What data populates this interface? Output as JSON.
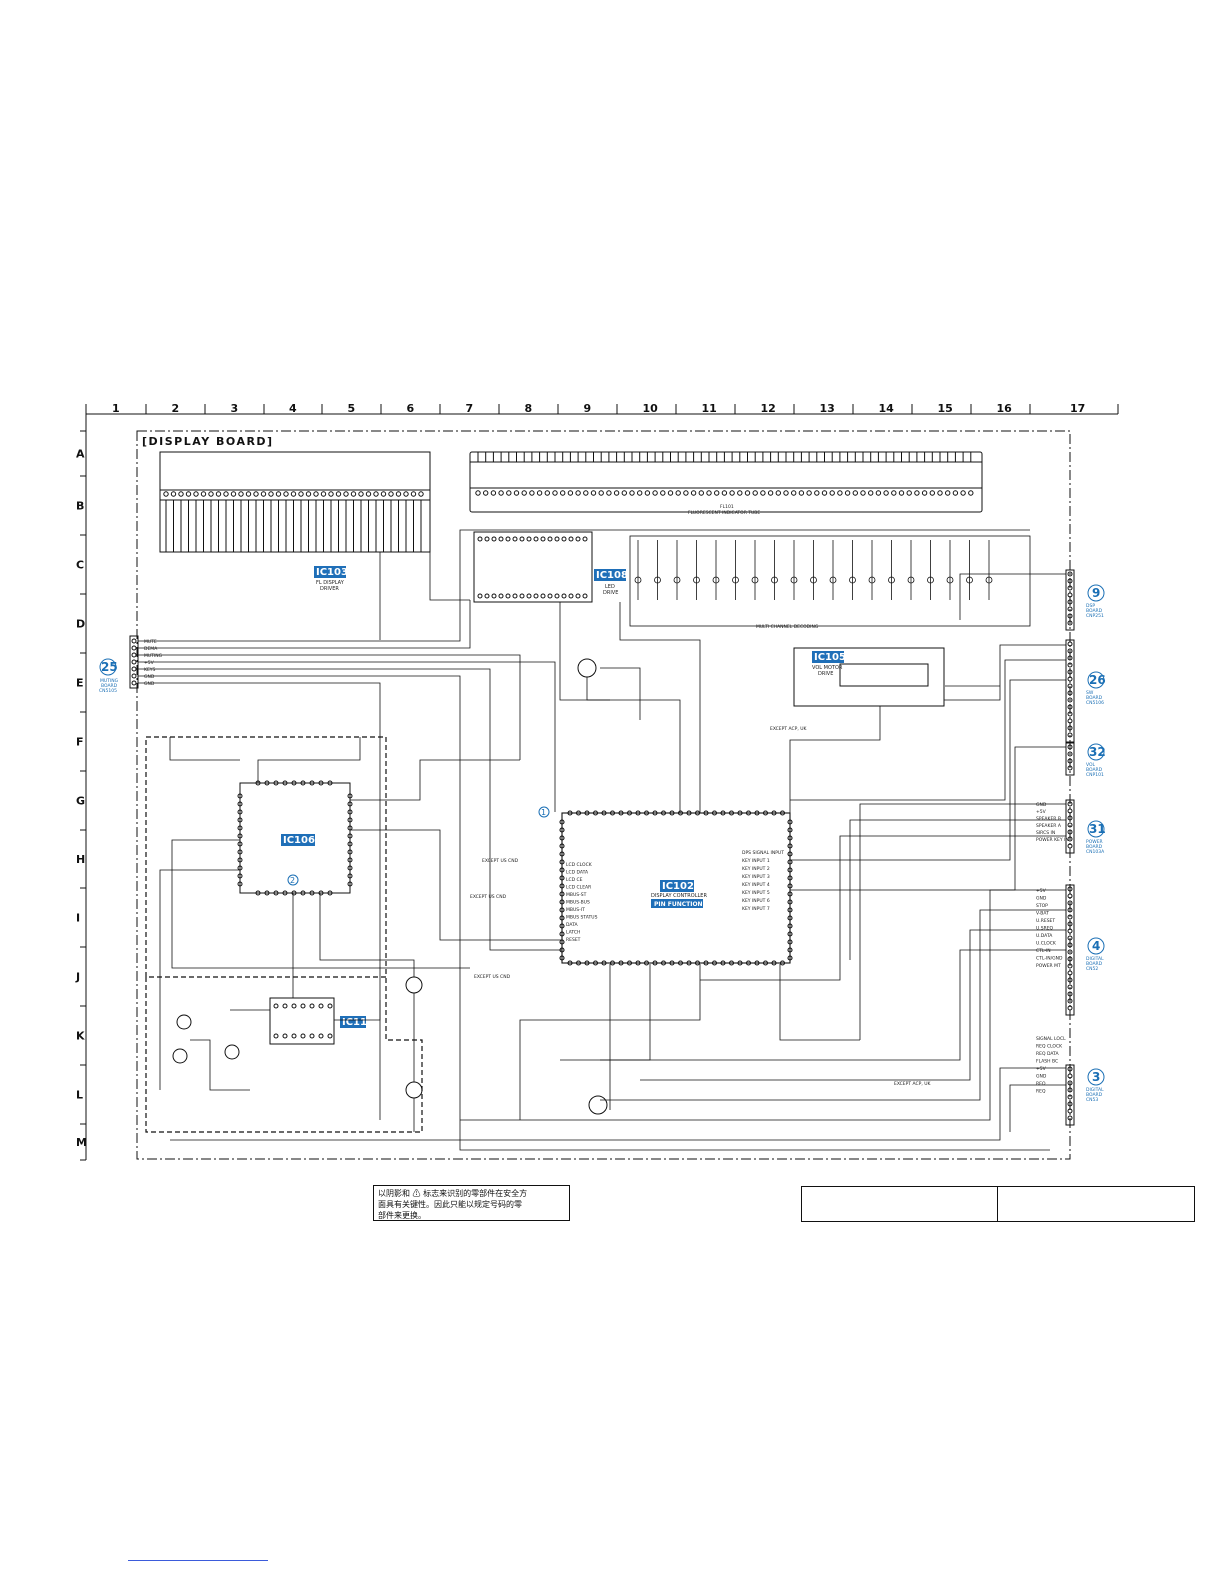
{
  "board_title": "[DISPLAY BOARD]",
  "grid_columns": [
    "1",
    "2",
    "3",
    "4",
    "5",
    "6",
    "7",
    "8",
    "9",
    "10",
    "11",
    "12",
    "13",
    "14",
    "15",
    "16",
    "17"
  ],
  "grid_rows": [
    "A",
    "B",
    "C",
    "D",
    "E",
    "F",
    "G",
    "H",
    "I",
    "J",
    "K",
    "L",
    "M"
  ],
  "ics": {
    "ic103": {
      "label": "IC103",
      "sub1": "FL DISPLAY",
      "sub2": "DRIVER"
    },
    "ic108": {
      "label": "IC108",
      "sub1": "LED",
      "sub2": "DRIVE"
    },
    "ic105": {
      "label": "IC105",
      "sub1": "VOL MOTOR",
      "sub2": "DRIVE"
    },
    "ic106": {
      "label": "IC106"
    },
    "ic102": {
      "label": "IC102",
      "sub1": "DISPLAY CONTROLLER",
      "pin_function": "PIN FUNCTION"
    },
    "ic11": {
      "label": "IC11"
    }
  },
  "fl_tube": {
    "label": "FL101",
    "sub": "FLUORESCENT INDICATOR TUBE"
  },
  "connectors": {
    "c25": {
      "num": "25",
      "l1": "MUTING",
      "l2": "BOARD",
      "l3": "CN5105"
    },
    "c9": {
      "num": "9",
      "l1": "DSP",
      "l2": "BOARD",
      "l3": "CNP251"
    },
    "c26": {
      "num": "26",
      "l1": "SW",
      "l2": "BOARD",
      "l3": "CN5106"
    },
    "c32": {
      "num": "32",
      "l1": "VOL",
      "l2": "BOARD",
      "l3": "CNP101"
    },
    "c31": {
      "num": "31",
      "l1": "POWER",
      "l2": "BOARD",
      "l3": "CN103A"
    },
    "c4": {
      "num": "4",
      "l1": "DIGITAL",
      "l2": "BOARD",
      "l3": "CN52"
    },
    "c3": {
      "num": "3",
      "l1": "DIGITAL",
      "l2": "BOARD",
      "l3": "CN53"
    }
  },
  "markers": {
    "m1": "1",
    "m2": "2"
  },
  "signals_left": [
    "MUTE",
    "DEMA",
    "MUTING",
    "+5V",
    "KEYS",
    "GND",
    "GND"
  ],
  "signals_ic102_left": [
    "LCD CLOCK",
    "LCD DATA",
    "LCD CE",
    "LCD CLEAR",
    "MBUS-ST",
    "MBUS-BUS",
    "MBUS-IT",
    "MBUS STATUS",
    "DATA",
    "LATCH",
    "RESET"
  ],
  "signals_ic102_right": [
    "DPS SIGNAL INPUT",
    "KEY INPUT 1",
    "KEY INPUT 2",
    "KEY INPUT 3",
    "KEY INPUT 4",
    "KEY INPUT 5",
    "KEY INPUT 6",
    "KEY INPUT 7"
  ],
  "signals_right_c31": [
    "GND",
    "+5V",
    "SPEAKER B",
    "SPEAKER A",
    "SIRCS IN",
    "POWER KEY IN"
  ],
  "signals_right_c4": [
    "+5V",
    "GND",
    "STOP",
    "V-BAT",
    "U.RESET",
    "U.SREQ",
    "U.DATA",
    "U.CLOCK",
    "CTL-IN",
    "CTL-IN/GND",
    "POWER MT"
  ],
  "signals_right_c3": [
    "SIGNAL LOCL",
    "REQ CLOCK",
    "REQ DATA",
    "FLASH BC",
    "+5V",
    "GND",
    "REO",
    "REQ"
  ],
  "except_notes": [
    "EXCEPT US CND",
    "EXCEPT ACP, UK",
    "EXCEPT US CND",
    "EXCEPT US CND",
    "EXCEPT ACP, UK"
  ],
  "mcc_label": "MULTI CHANNEL DECODING",
  "note_lines": [
    "以阴影和 ⚠ 标志来识别的零部件在安全方",
    "面具有关键性。因此只能以规定号码的零",
    "部件来更换。"
  ],
  "colors": {
    "line": "#111111",
    "ic_fill": "#1f6fb8",
    "connector_blue": "#1a6fb5"
  }
}
